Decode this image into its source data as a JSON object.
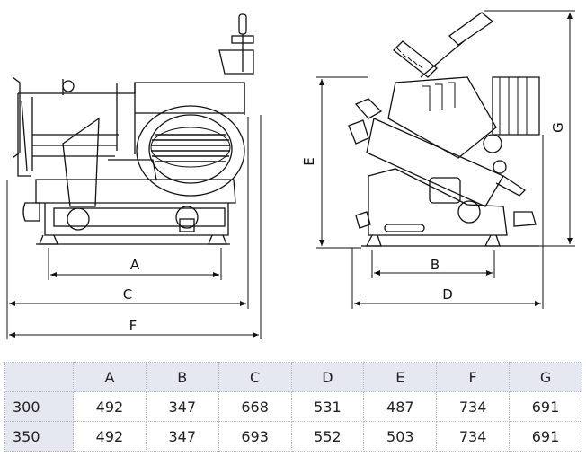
{
  "diagram": {
    "dimension_labels": {
      "A": "A",
      "B": "B",
      "C": "C",
      "D": "D",
      "E": "E",
      "F": "F",
      "G": "G"
    }
  },
  "table": {
    "columns": [
      "A",
      "B",
      "C",
      "D",
      "E",
      "F",
      "G"
    ],
    "rows": [
      {
        "model": "300",
        "values": [
          "492",
          "347",
          "668",
          "531",
          "487",
          "734",
          "691"
        ]
      },
      {
        "model": "350",
        "values": [
          "492",
          "347",
          "693",
          "552",
          "503",
          "734",
          "691"
        ]
      }
    ]
  }
}
